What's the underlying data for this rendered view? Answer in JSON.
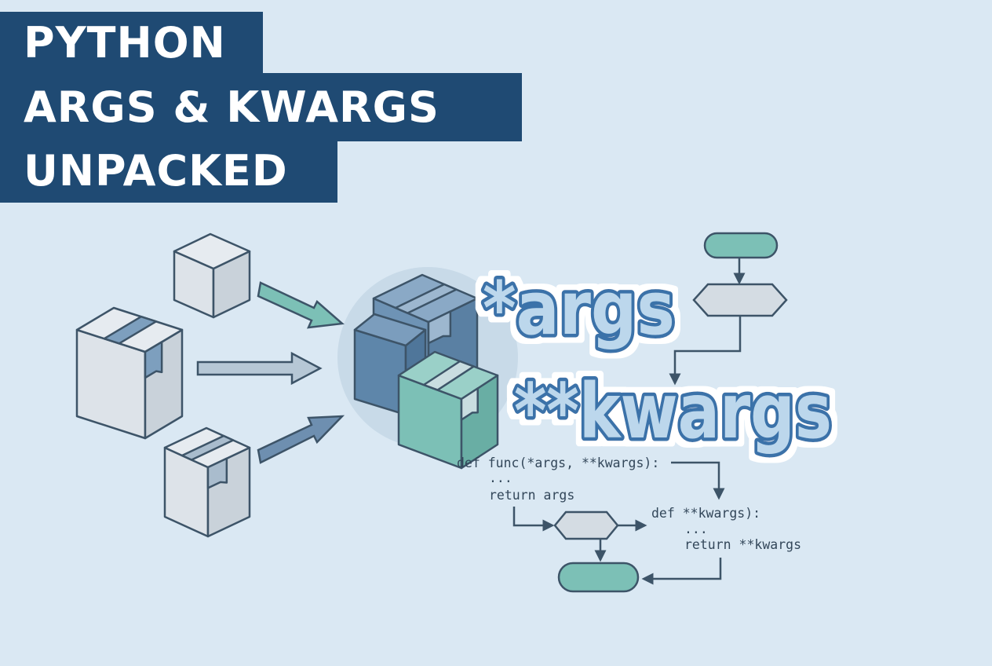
{
  "title": {
    "lines": [
      "PYTHON",
      "ARGS & KWARGS",
      "UNPACKED"
    ]
  },
  "labels": {
    "args": "*args",
    "kwargs": "**kwargs"
  },
  "code": {
    "block1": [
      "def func(*args, **kwargs):",
      "...",
      "return args"
    ],
    "block2": [
      "def **kwargs):",
      "...",
      "return **kwargs"
    ]
  },
  "colors": {
    "background": "#dae8f3",
    "title_bg": "#1f4a73",
    "teal": "#7cc0b6",
    "blue": "#5e86aa",
    "gray_box": "#d4dce3",
    "stroke": "#3d5468",
    "word_fill": "#bcd7ec",
    "word_stroke": "#3b72a9"
  }
}
